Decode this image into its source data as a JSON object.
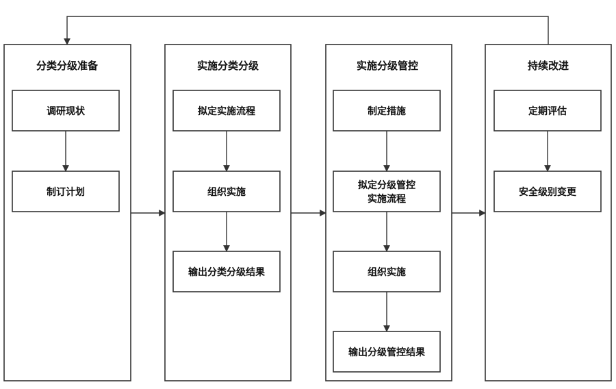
{
  "colors": {
    "line": "#333333",
    "text": "#111111",
    "background": "#ffffff"
  },
  "columns": [
    {
      "title": "分类分级准备",
      "steps": [
        {
          "lines": [
            "调研现状"
          ]
        },
        {
          "lines": [
            "制订计划"
          ]
        }
      ]
    },
    {
      "title": "实施分类分级",
      "steps": [
        {
          "lines": [
            "拟定实施流程"
          ]
        },
        {
          "lines": [
            "组织实施"
          ]
        },
        {
          "lines": [
            "输出分类分级结果"
          ]
        }
      ]
    },
    {
      "title": "实施分级管控",
      "steps": [
        {
          "lines": [
            "制定措施"
          ]
        },
        {
          "lines": [
            "拟定分级管控",
            "实施流程"
          ]
        },
        {
          "lines": [
            "组织实施"
          ]
        },
        {
          "lines": [
            "输出分级管控结果"
          ]
        }
      ]
    },
    {
      "title": "持续改进",
      "steps": [
        {
          "lines": [
            "定期评估"
          ]
        },
        {
          "lines": [
            "安全级别变更"
          ]
        }
      ]
    }
  ]
}
